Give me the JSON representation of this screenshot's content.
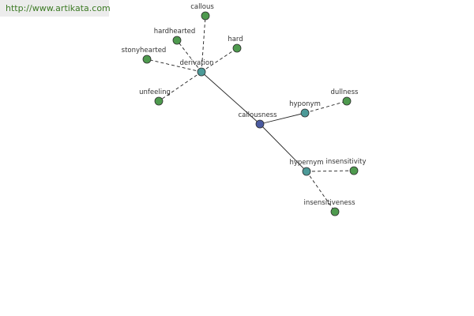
{
  "watermark": "http://www.artikata.com",
  "colors": {
    "center": "#4a5aa0",
    "relation": "#4c9a98",
    "word": "#4e9a4e"
  },
  "graph": {
    "nodes": [
      {
        "id": "callousness",
        "label": "callousness",
        "kind": "center"
      },
      {
        "id": "derivation",
        "label": "derivation",
        "kind": "relation"
      },
      {
        "id": "hyponym",
        "label": "hyponym",
        "kind": "relation"
      },
      {
        "id": "hypernym",
        "label": "hypernym",
        "kind": "relation"
      },
      {
        "id": "callous",
        "label": "callous",
        "kind": "word"
      },
      {
        "id": "hardhearted",
        "label": "hardhearted",
        "kind": "word"
      },
      {
        "id": "hard",
        "label": "hard",
        "kind": "word"
      },
      {
        "id": "stonyhearted",
        "label": "stonyhearted",
        "kind": "word"
      },
      {
        "id": "unfeeling",
        "label": "unfeeling",
        "kind": "word"
      },
      {
        "id": "dullness",
        "label": "dullness",
        "kind": "word"
      },
      {
        "id": "insensitivity",
        "label": "insensitivity",
        "kind": "word"
      },
      {
        "id": "insensitiveness",
        "label": "insensitiveness",
        "kind": "word"
      }
    ],
    "edges": [
      {
        "from": "callousness",
        "to": "derivation",
        "style": "solid"
      },
      {
        "from": "callousness",
        "to": "hyponym",
        "style": "solid"
      },
      {
        "from": "callousness",
        "to": "hypernym",
        "style": "solid"
      },
      {
        "from": "derivation",
        "to": "callous",
        "style": "dashed"
      },
      {
        "from": "derivation",
        "to": "hardhearted",
        "style": "dashed"
      },
      {
        "from": "derivation",
        "to": "hard",
        "style": "dashed"
      },
      {
        "from": "derivation",
        "to": "stonyhearted",
        "style": "dashed"
      },
      {
        "from": "derivation",
        "to": "unfeeling",
        "style": "dashed"
      },
      {
        "from": "hyponym",
        "to": "dullness",
        "style": "dashed"
      },
      {
        "from": "hypernym",
        "to": "insensitivity",
        "style": "dashed"
      },
      {
        "from": "hypernym",
        "to": "insensitiveness",
        "style": "dashed"
      }
    ]
  }
}
